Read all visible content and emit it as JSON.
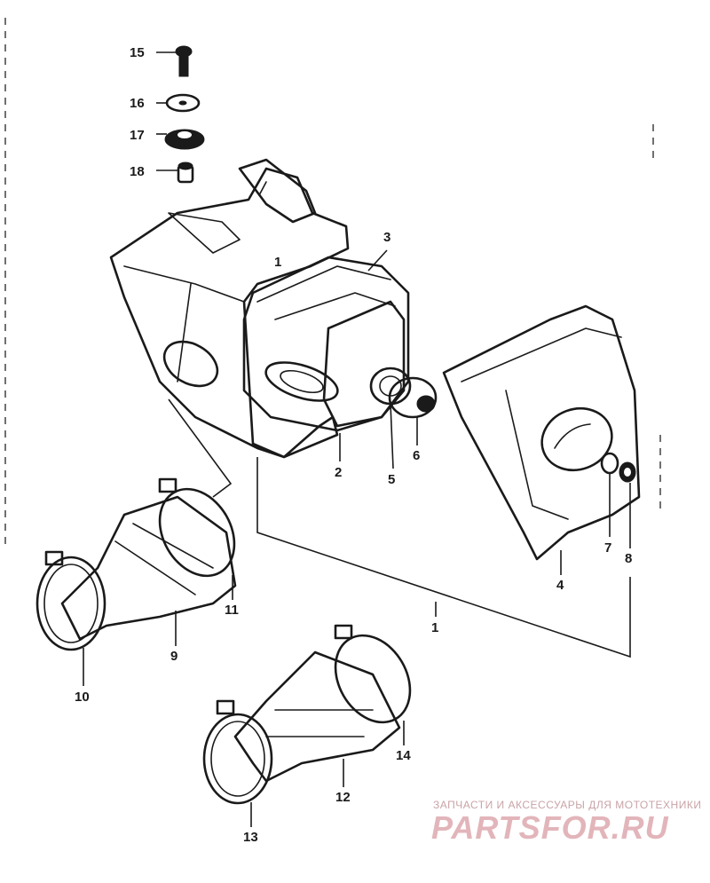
{
  "diagram": {
    "type": "exploded parts diagram",
    "callouts": [
      {
        "id": "1",
        "label": "1"
      },
      {
        "id": "2",
        "label": "2"
      },
      {
        "id": "3",
        "label": "3"
      },
      {
        "id": "4",
        "label": "4"
      },
      {
        "id": "5",
        "label": "5"
      },
      {
        "id": "6",
        "label": "6"
      },
      {
        "id": "7",
        "label": "7"
      },
      {
        "id": "8",
        "label": "8"
      },
      {
        "id": "9",
        "label": "9"
      },
      {
        "id": "10",
        "label": "10"
      },
      {
        "id": "11",
        "label": "11"
      },
      {
        "id": "12",
        "label": "12"
      },
      {
        "id": "13",
        "label": "13"
      },
      {
        "id": "14",
        "label": "14"
      },
      {
        "id": "15",
        "label": "15"
      },
      {
        "id": "16",
        "label": "16"
      },
      {
        "id": "17",
        "label": "17"
      },
      {
        "id": "18",
        "label": "18"
      }
    ]
  },
  "watermark": {
    "caption": "ЗАПЧАСТИ И АКСЕССУАРЫ ДЛЯ МОТОТЕХНИКИ",
    "logo": "PARTSFOR.RU",
    "color": "#e2b5ba"
  }
}
